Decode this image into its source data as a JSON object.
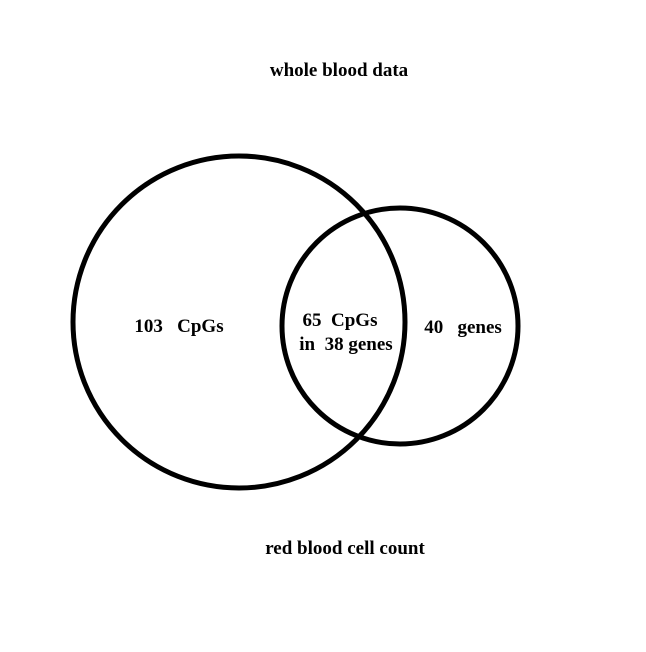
{
  "diagram": {
    "type": "venn",
    "top_label": "whole blood data",
    "bottom_label": "red blood cell count",
    "left_only": "103   CpGs",
    "overlap_line1": "65  CpGs",
    "overlap_line2": "in  38 genes",
    "right_only": "40   genes",
    "colors": {
      "stroke": "#000000",
      "background": "#ffffff"
    }
  }
}
